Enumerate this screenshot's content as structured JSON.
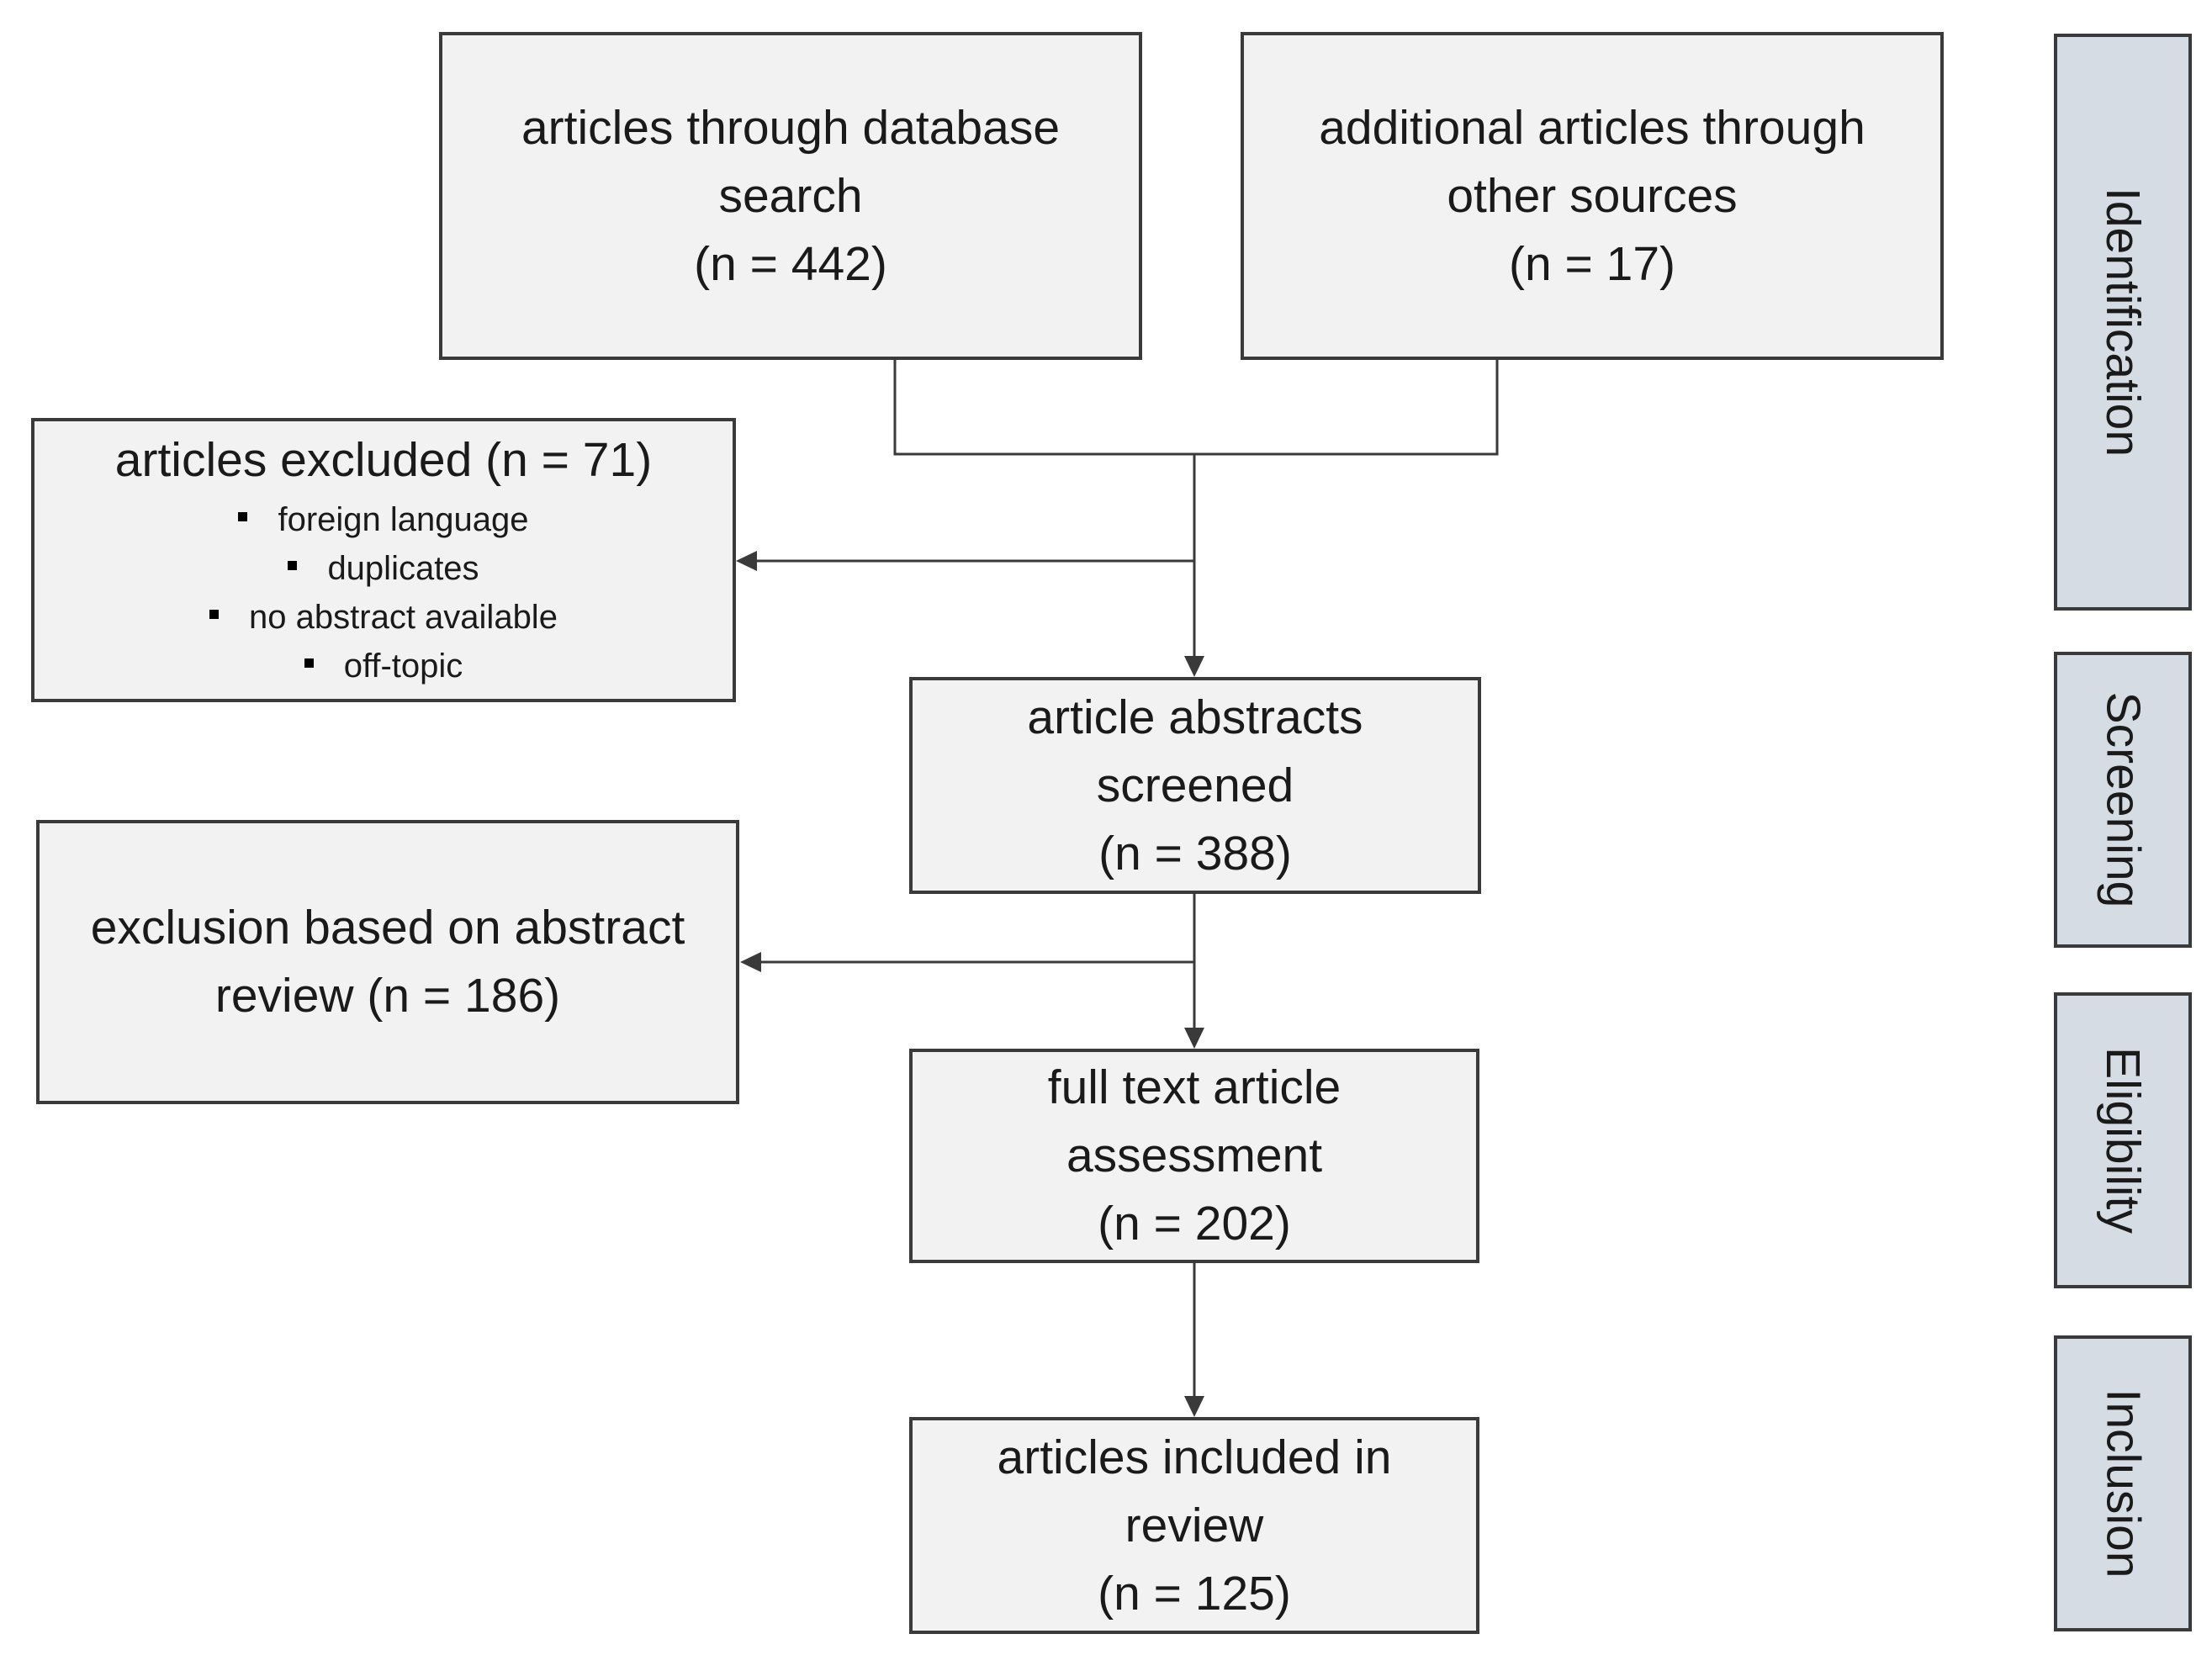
{
  "colors": {
    "box_fill": "#f2f2f2",
    "phase_fill": "#d6dce4",
    "border": "#3a3a3a",
    "arrow": "#3a3a3a"
  },
  "boxes": {
    "database_search": {
      "lines": [
        "articles through database",
        "search",
        "(n = 442)"
      ]
    },
    "other_sources": {
      "lines": [
        "additional articles through",
        "other sources",
        "(n = 17)"
      ]
    },
    "excluded": {
      "title": "articles excluded (n = 71)",
      "bullets": [
        "foreign language",
        "duplicates",
        "no abstract available",
        "off-topic"
      ]
    },
    "screened": {
      "lines": [
        "article abstracts",
        "screened",
        "(n = 388)"
      ]
    },
    "abstract_exclusion": {
      "lines": [
        "exclusion based on abstract",
        "review (n = 186)"
      ]
    },
    "full_text": {
      "lines": [
        "full text article",
        "assessment",
        "(n = 202)"
      ]
    },
    "included": {
      "lines": [
        "articles included in",
        "review",
        "(n = 125)"
      ]
    }
  },
  "phases": [
    "Identification",
    "Screening",
    "Eligibility",
    "Inclusion"
  ]
}
